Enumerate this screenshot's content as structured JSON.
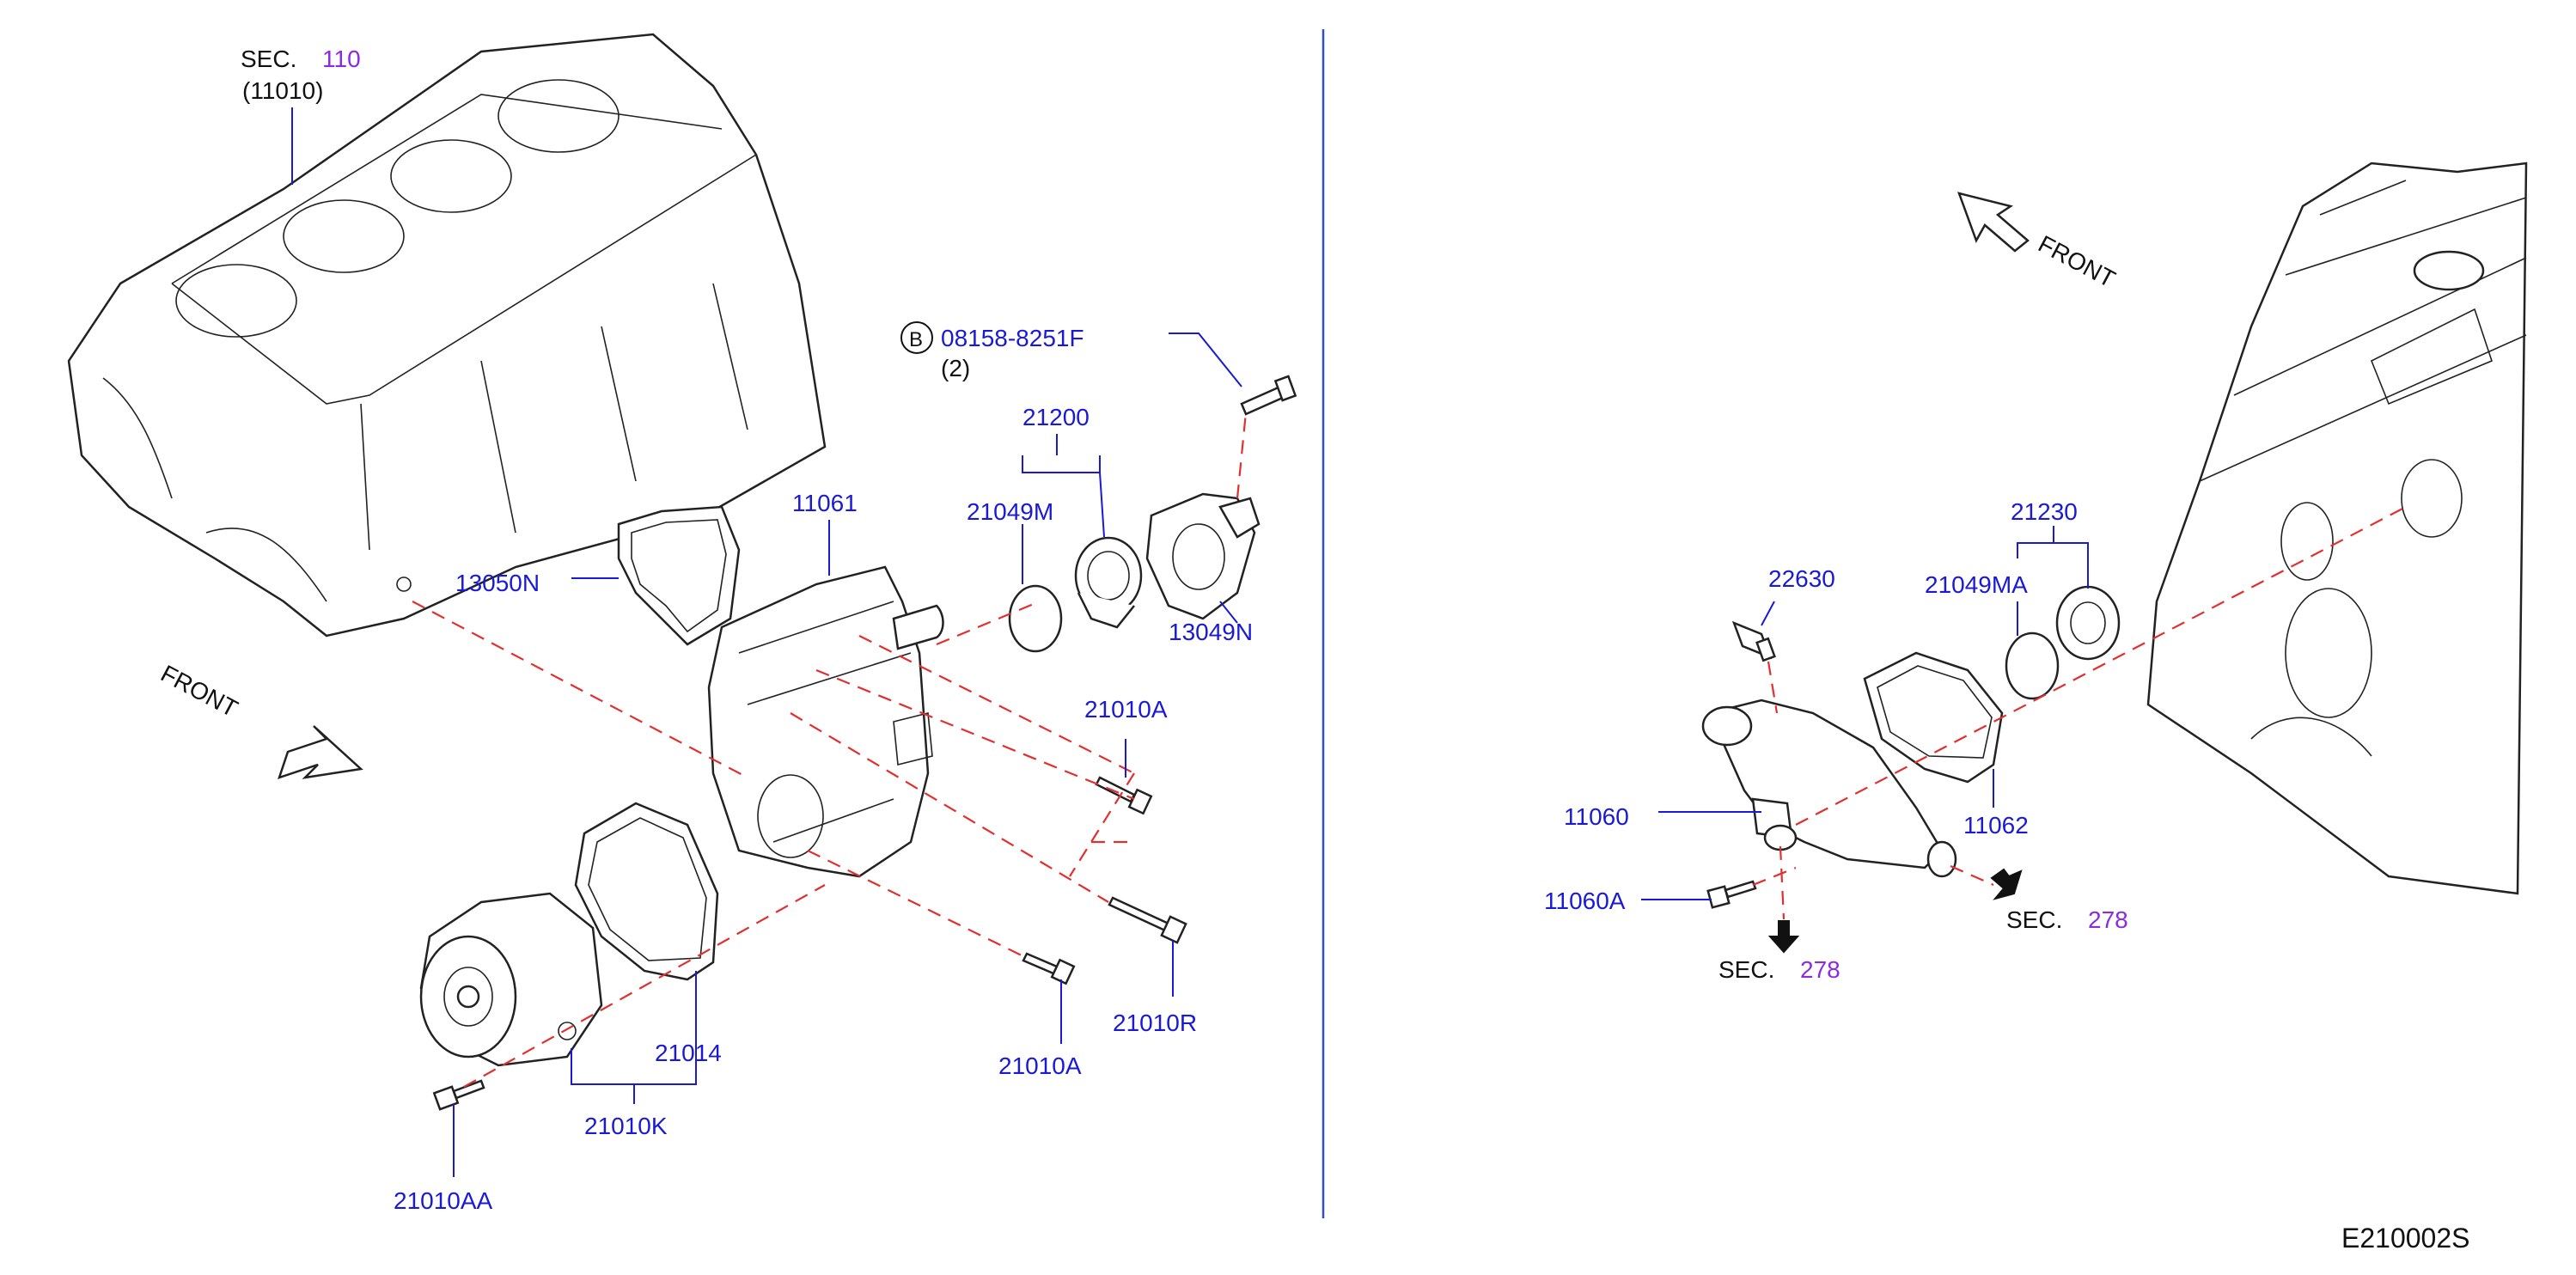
{
  "diagram_id": "E210002S",
  "left": {
    "sec": {
      "prefix": "SEC.",
      "num": "110",
      "sub": "(11010)"
    },
    "front": "FRONT",
    "bolt_b": {
      "circle": "B",
      "part": "08158-8251F",
      "qty": "(2)"
    },
    "parts": {
      "p21200": "21200",
      "p21049M": "21049M",
      "p13049N": "13049N",
      "p11061": "11061",
      "p13050N": "13050N",
      "p21010A_1": "21010A",
      "p21010A_2": "21010A",
      "p21010R": "21010R",
      "p21014": "21014",
      "p21010K": "21010K",
      "p21010AA": "21010AA"
    }
  },
  "right": {
    "front": "FRONT",
    "parts": {
      "p21230": "21230",
      "p22630": "22630",
      "p21049MA": "21049MA",
      "p11060": "11060",
      "p11062": "11062",
      "p11060A": "11060A"
    },
    "sec_a": {
      "prefix": "SEC.",
      "num": "278"
    },
    "sec_b": {
      "prefix": "SEC.",
      "num": "278"
    }
  },
  "colors": {
    "label": "#1a1ad6",
    "sec_num": "#8a2be2",
    "divider": "#3050c0",
    "dash": "#e03030"
  }
}
